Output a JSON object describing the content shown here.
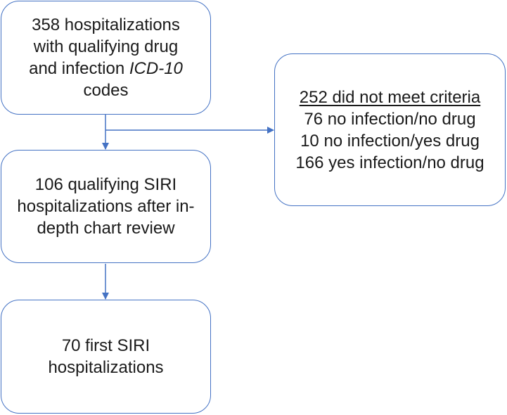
{
  "flowchart": {
    "box1": {
      "line1": "358 hospitalizations",
      "line2": "with qualifying drug",
      "line3_prefix": "and infection ",
      "line3_italic": "ICD-10",
      "line4": "codes"
    },
    "box2": {
      "line1": "106 qualifying SIRI",
      "line2": "hospitalizations after in-",
      "line3": "depth chart review"
    },
    "box3": {
      "line1": "70 first SIRI",
      "line2": "hospitalizations"
    },
    "excluded": {
      "heading": "252 did not meet criteria",
      "items": [
        "76 no infection/no drug",
        "10 no infection/yes drug",
        "166 yes infection/no drug"
      ]
    }
  },
  "colors": {
    "box_border": "#4472c4",
    "arrow": "#4472c4",
    "text": "#1a1a1a"
  }
}
